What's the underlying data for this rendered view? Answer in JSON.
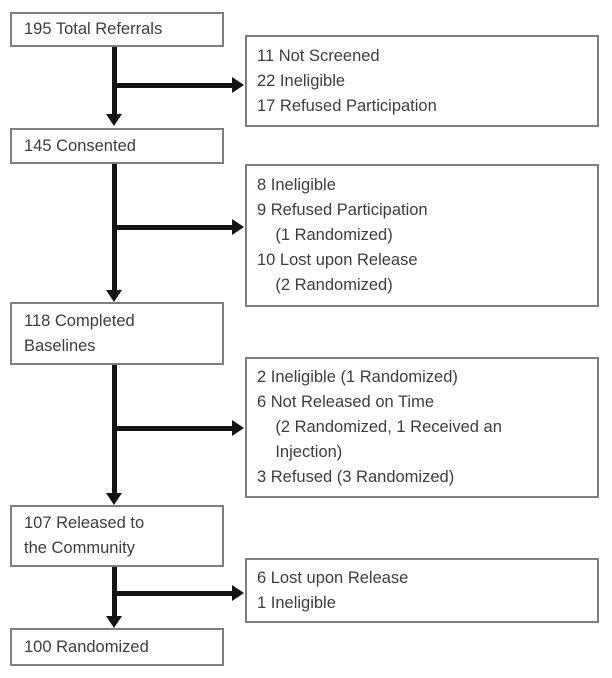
{
  "diagram": {
    "type": "participant-flow-consort",
    "colors": {
      "box_border": "#7e7e7e",
      "text": "#3d3d3d",
      "arrow": "#141414",
      "background": "#ffffff"
    },
    "main_boxes": [
      {
        "label": "195 Total Referrals"
      },
      {
        "label": "145 Consented"
      },
      {
        "label": "118 Completed\nBaselines"
      },
      {
        "label": "107 Released to\nthe Community"
      },
      {
        "label": "100 Randomized"
      }
    ],
    "side_boxes": [
      {
        "lines": [
          "11 Not Screened",
          "22 Ineligible",
          "17 Refused Participation"
        ]
      },
      {
        "lines": [
          "8 Ineligible",
          "9 Refused Participation",
          "    (1 Randomized)",
          "10 Lost upon Release",
          "    (2 Randomized)"
        ]
      },
      {
        "lines": [
          "2 Ineligible (1 Randomized)",
          "6 Not Released on Time",
          "    (2 Randomized, 1 Received an",
          "    Injection)",
          "3 Refused (3 Randomized)"
        ]
      },
      {
        "lines": [
          "6 Lost upon Release",
          "1 Ineligible"
        ]
      }
    ]
  }
}
